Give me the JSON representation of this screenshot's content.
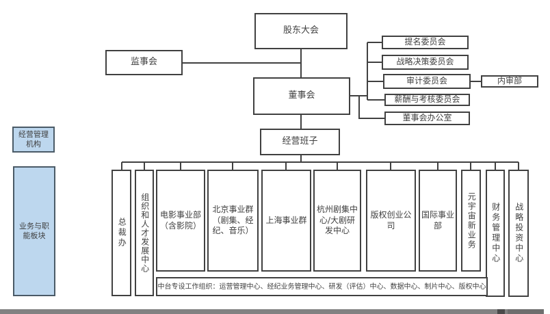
{
  "governance": {
    "shareholders_meeting": "股东大会",
    "supervisory_board": "监事会",
    "board_of_directors": "董事会",
    "management_team": "经营班子"
  },
  "committees": [
    "提名委员会",
    "战略决策委员会",
    "审计委员会",
    "薪酬与考核委员会",
    "董事会办公室"
  ],
  "internal_audit_dept": "内审部",
  "side_labels": {
    "management_bodies": "经营管理\n机构",
    "business_functional_blocks": "业务与职\n能板块"
  },
  "departments": [
    "总裁办",
    "组织和人才发展中心",
    "电影事业部（含影院）",
    "北京事业群（剧集、经纪、音乐）",
    "上海事业群",
    "杭州剧集中心/大剧研发中心",
    "版权创业公司",
    "国际事业部",
    "元宇宙新业务",
    "财务管理中心",
    "战略投资中心"
  ],
  "middle_platform_note": "中台专设工作组织：运营管理中心、经纪业务管理中心、研发（评估）中心、数据中心、制片中心、版权中心",
  "colors": {
    "box_border": "#404040",
    "connector_line": "#404040",
    "highlight_blue_fill": "#BDD7EE",
    "text": "#3f3f3f",
    "scrollbar_track": "#828282",
    "scrollbar_dark": "#4a4a4a",
    "scrollbar_thumb": "#6e6e6e"
  }
}
